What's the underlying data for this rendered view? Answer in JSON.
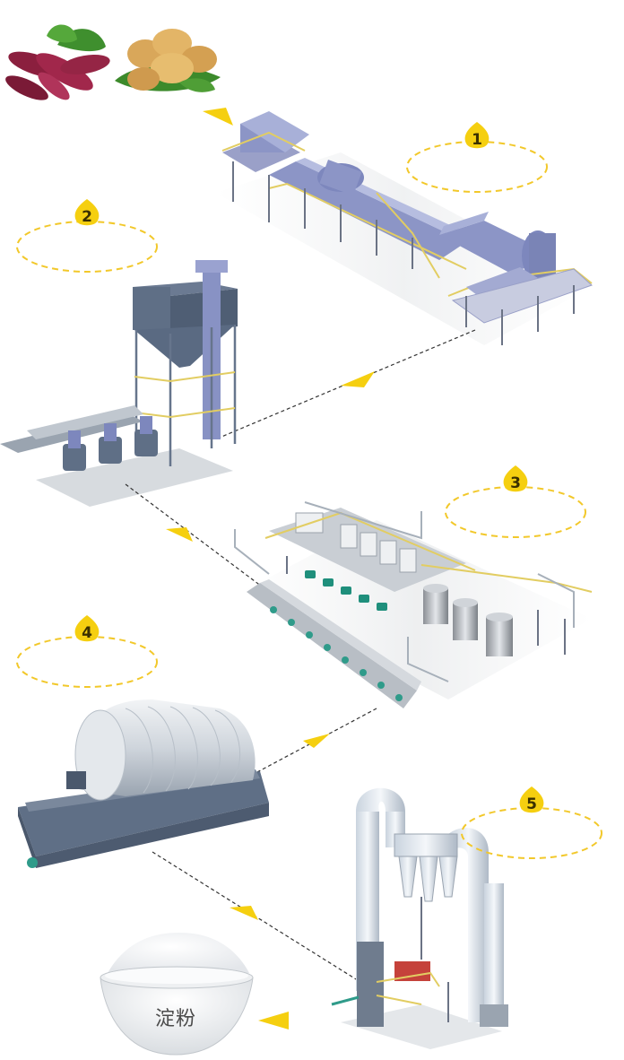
{
  "diagram": {
    "steps": [
      {
        "number": "1"
      },
      {
        "number": "2"
      },
      {
        "number": "3"
      },
      {
        "number": "4"
      },
      {
        "number": "5"
      }
    ],
    "product_label": "淀粉",
    "colors": {
      "badge": "#f5cf10",
      "dash_oval": "#f2c82a",
      "arrow": "#f5cf10",
      "machine_blue": "#8c95c6",
      "machine_slate": "#5f6f86",
      "rail": "#e2cd62"
    },
    "icons": [
      "sweet-potato-icon",
      "potato-icon",
      "starch-bowl-icon"
    ]
  }
}
